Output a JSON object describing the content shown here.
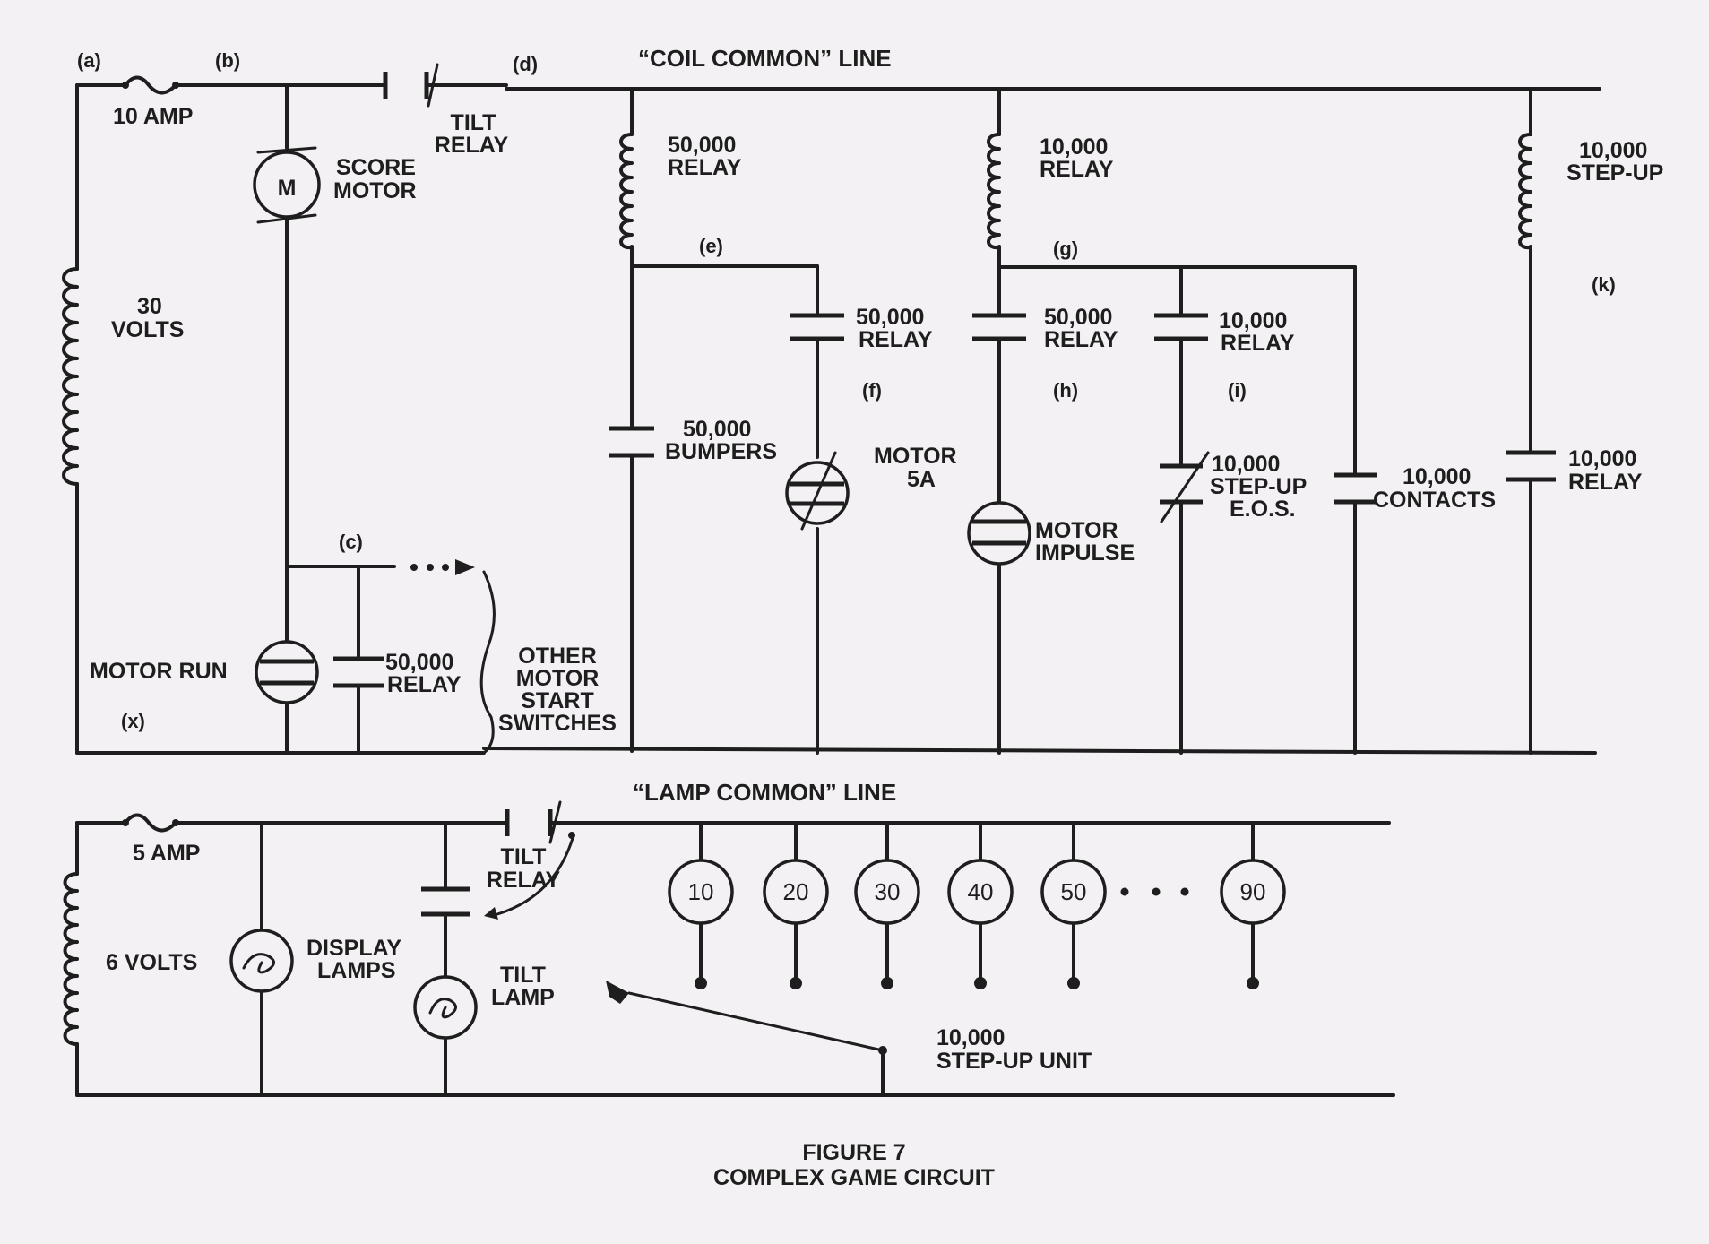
{
  "lines": {
    "coil_common": "“COIL COMMON” LINE",
    "lamp_common": "“LAMP COMMON” LINE"
  },
  "nodes": {
    "a": "(a)",
    "b": "(b)",
    "c": "(c)",
    "d": "(d)",
    "e": "(e)",
    "f": "(f)",
    "g": "(g)",
    "h": "(h)",
    "i": "(i)",
    "k": "(k)",
    "x": "(x)"
  },
  "coil_circuit": {
    "fuse": "10 AMP",
    "supply": [
      "30",
      "VOLTS"
    ],
    "tilt_relay": [
      "TILT",
      "RELAY"
    ],
    "score_motor": [
      "SCORE",
      "MOTOR"
    ],
    "motor_symbol": "M",
    "relay_50000_coil": [
      "50,000",
      "RELAY"
    ],
    "relay_10000_coil": [
      "10,000",
      "RELAY"
    ],
    "stepup_10000_coil": [
      "10,000",
      "STEP-UP"
    ],
    "relay_50000_contact_e": [
      "50,000",
      "RELAY"
    ],
    "relay_50000_contact_g": [
      "50,000",
      "RELAY"
    ],
    "relay_10000_contact_g": [
      "10,000",
      "RELAY"
    ],
    "bumpers": [
      "50,000",
      "BUMPERS"
    ],
    "motor_5a": [
      "MOTOR",
      "5A"
    ],
    "motor_impulse": [
      "MOTOR",
      "IMPULSE"
    ],
    "stepup_eos": [
      "10,000",
      "STEP-UP",
      "E.O.S."
    ],
    "contacts_10000": [
      "10,000",
      "CONTACTS"
    ],
    "relay_10000_contact_k": [
      "10,000",
      "RELAY"
    ],
    "motor_run": "MOTOR RUN",
    "relay_50000_contact_c": [
      "50,000",
      "RELAY"
    ],
    "other_switches": [
      "OTHER",
      "MOTOR",
      "START",
      "SWITCHES"
    ]
  },
  "lamp_circuit": {
    "fuse": "5 AMP",
    "supply": "6 VOLTS",
    "display_lamps": [
      "DISPLAY",
      "LAMPS"
    ],
    "tilt_relay": [
      "TILT",
      "RELAY"
    ],
    "tilt_lamp": [
      "TILT",
      "LAMP"
    ],
    "score_lamps": [
      "10",
      "20",
      "30",
      "40",
      "50",
      "90"
    ],
    "ellipsis": "• • •",
    "stepup_unit": [
      "10,000",
      "STEP-UP UNIT"
    ]
  },
  "caption": [
    "FIGURE 7",
    "COMPLEX GAME CIRCUIT"
  ]
}
